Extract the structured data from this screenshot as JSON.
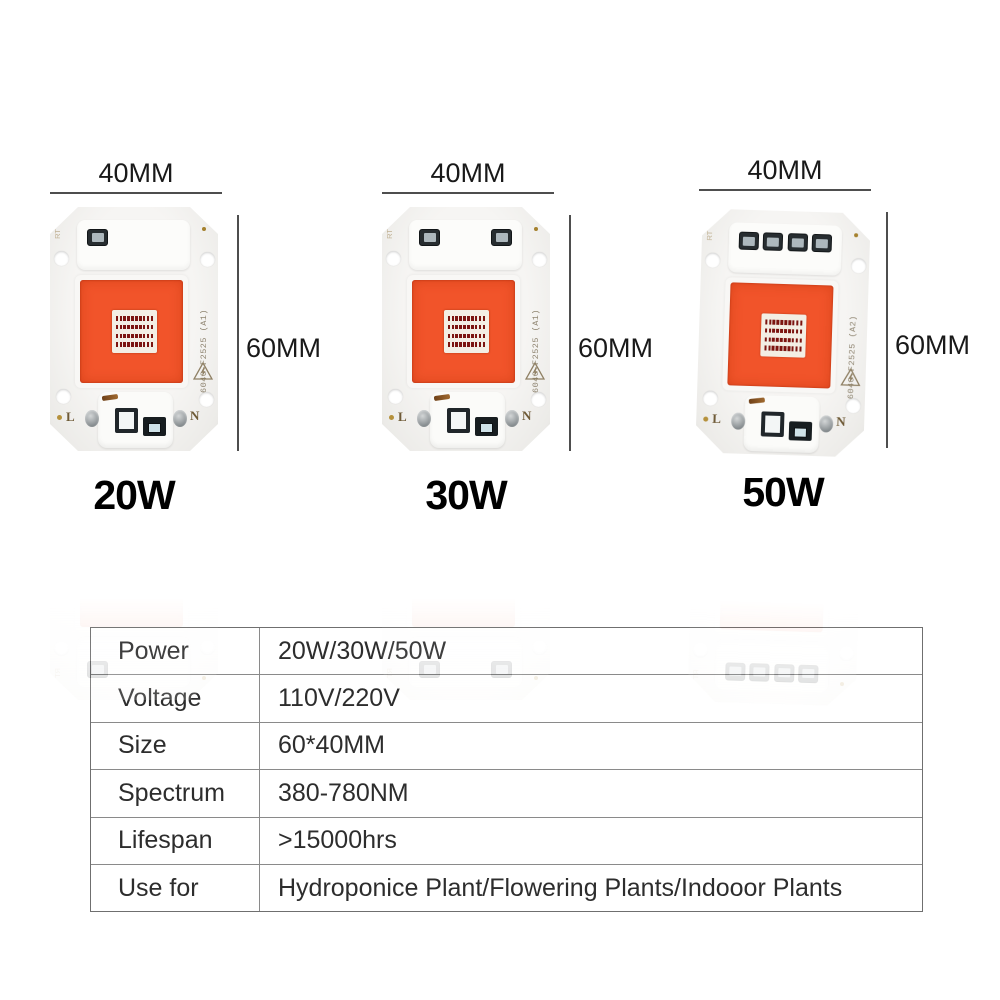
{
  "products": [
    {
      "power_label": "20W",
      "width_label": "40MM",
      "height_label": "60MM",
      "marking": "6040-F2525 (A1)",
      "silk_label": "RT",
      "terminal_left": "L",
      "terminal_right": "N",
      "top_component_count": 1
    },
    {
      "power_label": "30W",
      "width_label": "40MM",
      "height_label": "60MM",
      "marking": "6040-F2525 (A1)",
      "silk_label": "RT",
      "terminal_left": "L",
      "terminal_right": "N",
      "top_component_count": 2
    },
    {
      "power_label": "50W",
      "width_label": "40MM",
      "height_label": "60MM",
      "marking": "6040-F2525 (A2)",
      "silk_label": "RT",
      "terminal_left": "L",
      "terminal_right": "N",
      "top_component_count": 4
    }
  ],
  "spec_table": {
    "rows": [
      {
        "label": "Power",
        "value": "20W/30W/50W"
      },
      {
        "label": "Voltage",
        "value": "110V/220V"
      },
      {
        "label": "Size",
        "value": "60*40MM"
      },
      {
        "label": "Spectrum",
        "value": "380-780NM"
      },
      {
        "label": "Lifespan",
        "value": ">15000hrs"
      },
      {
        "label": "Use for",
        "value": "Hydroponice Plant/Flowering Plants/Indooor Plants"
      }
    ]
  },
  "colors": {
    "led_orange": "#f1542a",
    "pcb_white": "#f4f3f1",
    "marking_bronze": "#8f8571",
    "terminal_gold": "#6e5a36",
    "dimension_line": "#4e4e4e",
    "table_border": "#8a8a8a",
    "table_text": "#2d2d2d"
  }
}
